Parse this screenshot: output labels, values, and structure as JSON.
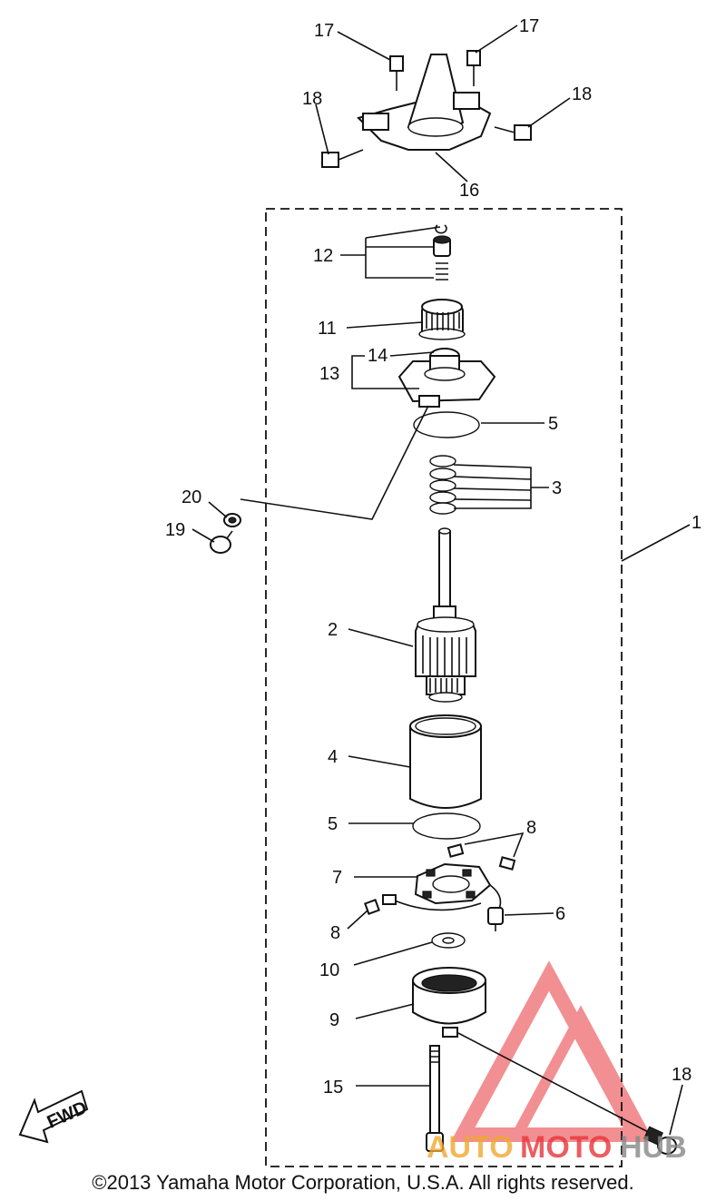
{
  "labels": {
    "p1": "1",
    "p2": "2",
    "p3": "3",
    "p4": "4",
    "p5a": "5",
    "p5b": "5",
    "p6": "6",
    "p7": "7",
    "p8a": "8",
    "p8b": "8",
    "p9": "9",
    "p10": "10",
    "p11": "11",
    "p12": "12",
    "p13": "13",
    "p14": "14",
    "p15": "15",
    "p16": "16",
    "p17a": "17",
    "p17b": "17",
    "p18a": "18",
    "p18b": "18",
    "p18c": "18",
    "p19": "19",
    "p20": "20"
  },
  "fwd_arrow": "FWD",
  "watermark": {
    "auto": "AUTO",
    "moto": "MOTO",
    "hub": "HUB",
    "color_red": "#e8353a",
    "color_orange": "#f0a830"
  },
  "copyright": "©2013 Yamaha Motor Corporation, U.S.A. All rights reserved."
}
